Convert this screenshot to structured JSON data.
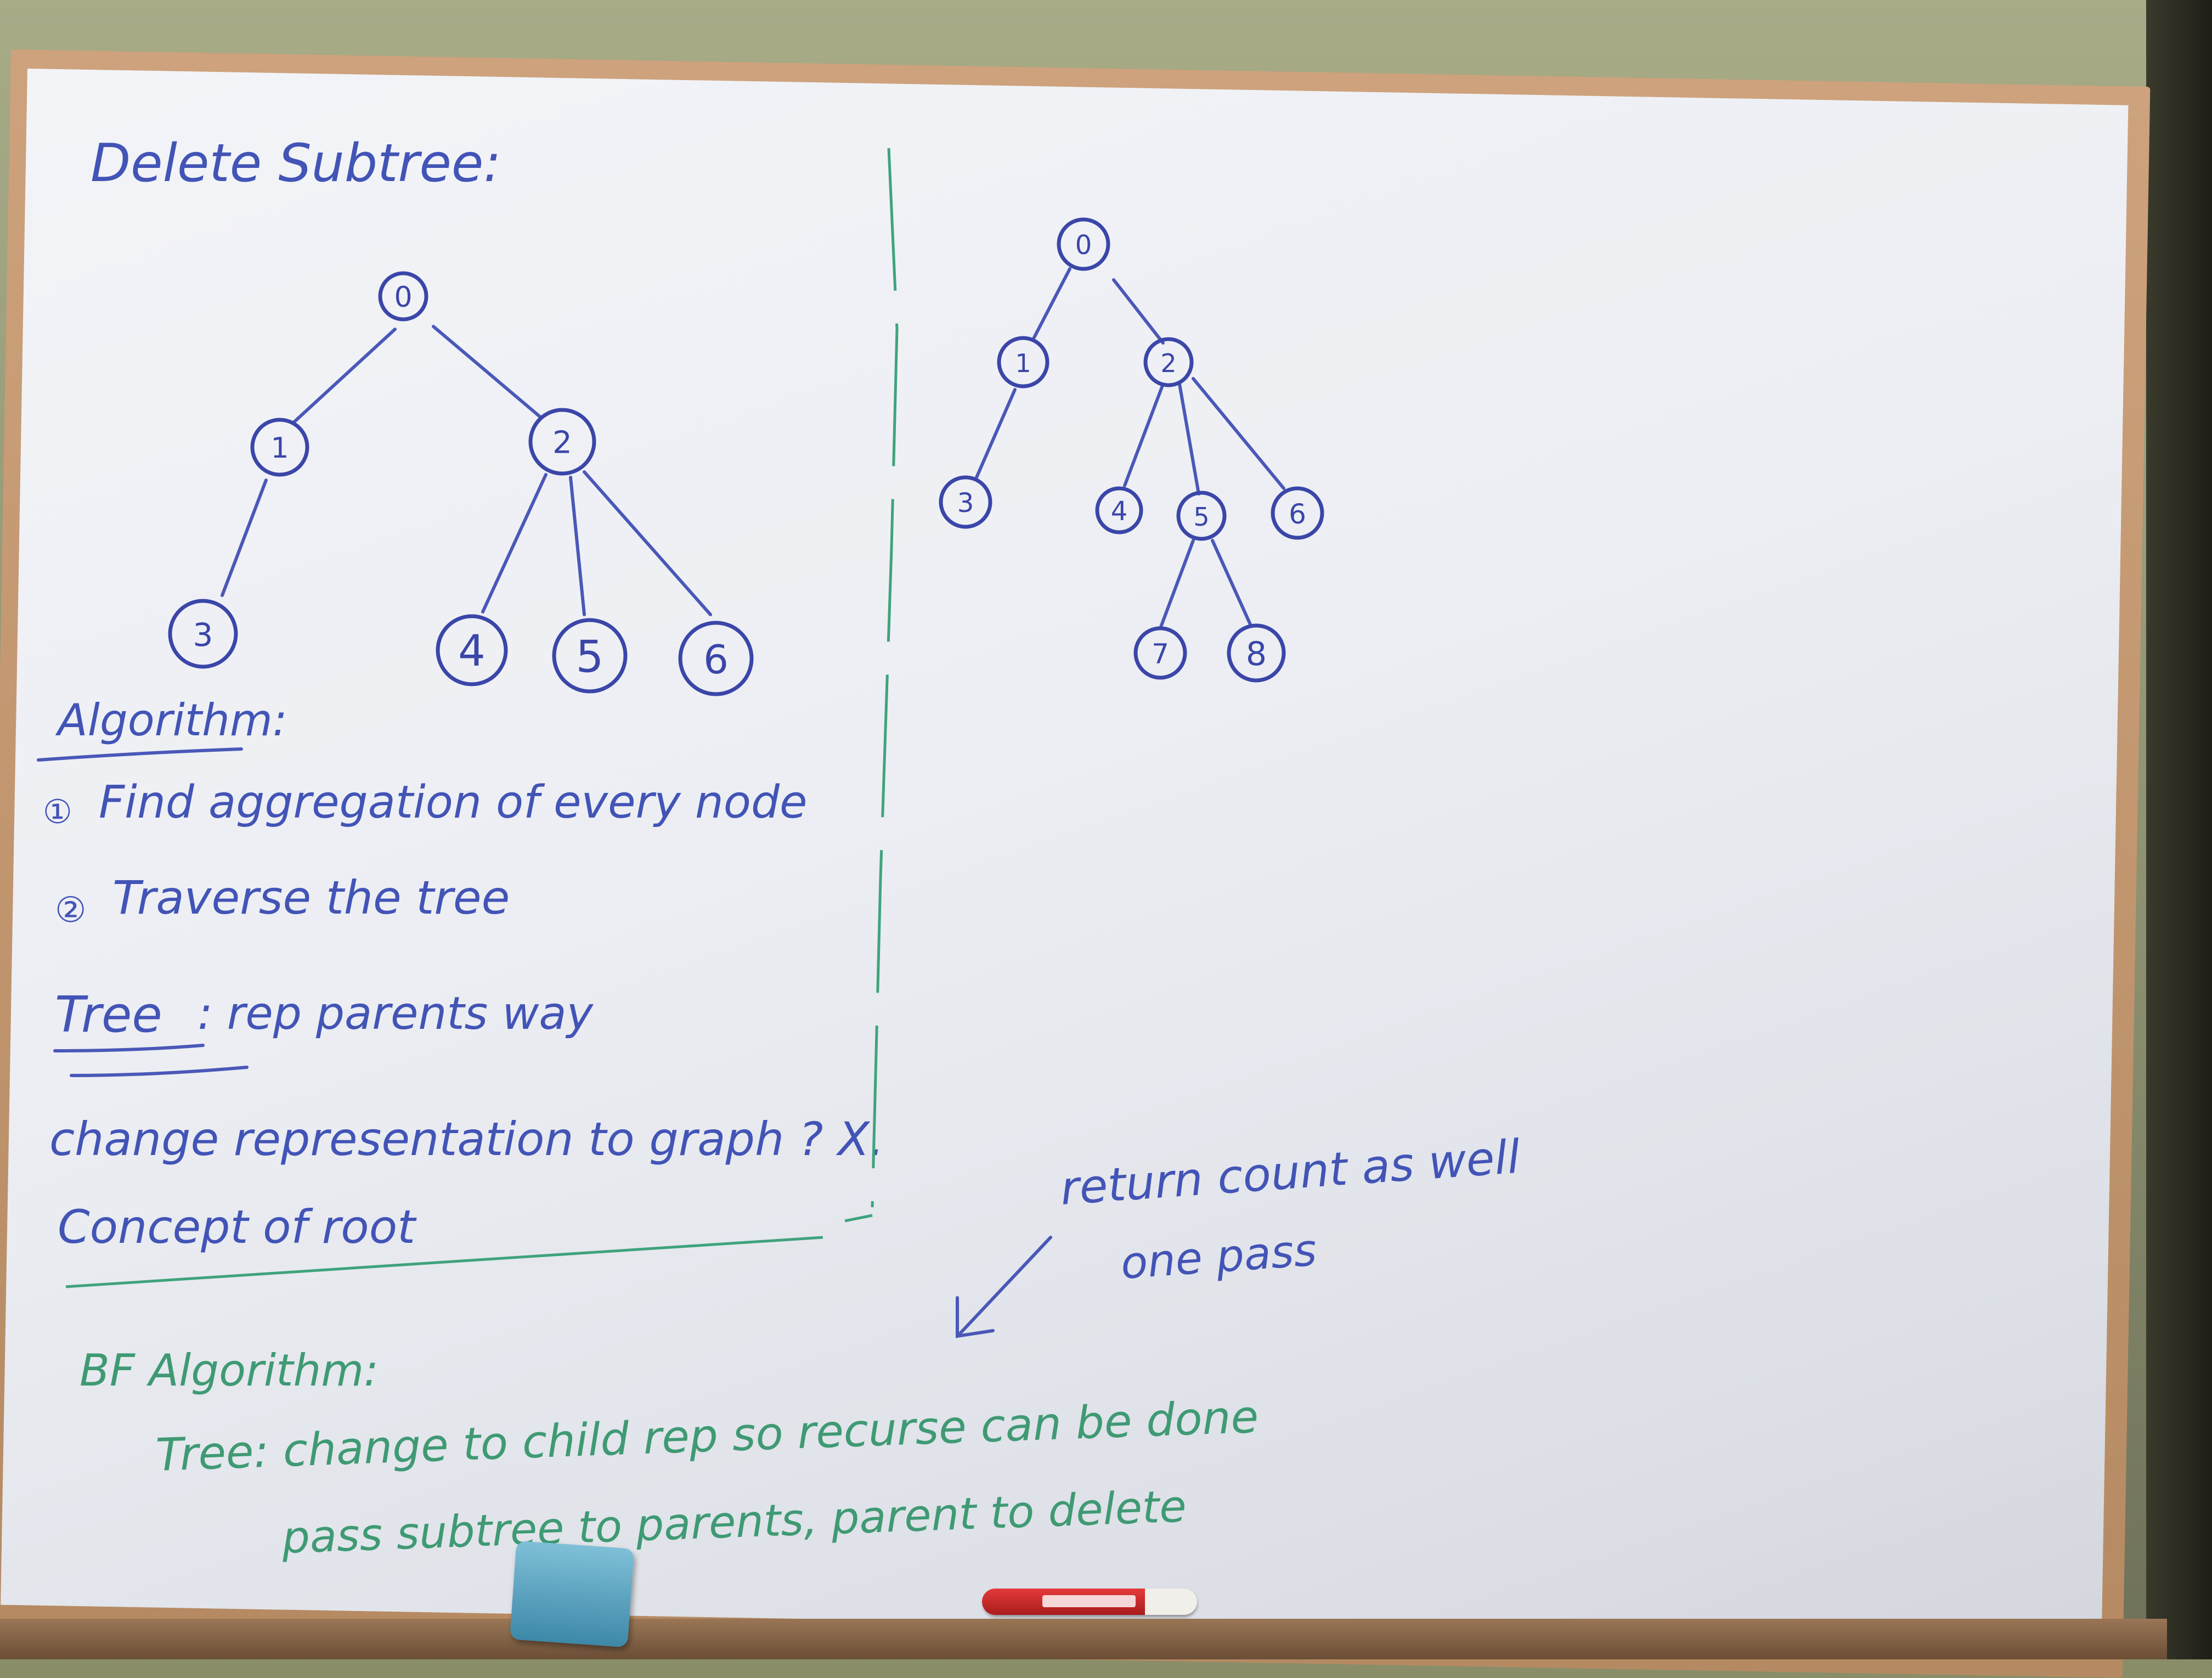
{
  "board": {
    "title": "Delete Subtree:",
    "left_tree": {
      "nodes": [
        "0",
        "1",
        "2",
        "3",
        "4",
        "5",
        "6"
      ],
      "edges": [
        [
          "0",
          "1"
        ],
        [
          "0",
          "2"
        ],
        [
          "1",
          "3"
        ],
        [
          "2",
          "4"
        ],
        [
          "2",
          "5"
        ],
        [
          "2",
          "6"
        ]
      ]
    },
    "right_tree": {
      "nodes": [
        "0",
        "1",
        "2",
        "3",
        "4",
        "5",
        "6",
        "7",
        "8"
      ],
      "edges": [
        [
          "0",
          "1"
        ],
        [
          "0",
          "2"
        ],
        [
          "1",
          "3"
        ],
        [
          "2",
          "4"
        ],
        [
          "2",
          "5"
        ],
        [
          "2",
          "6"
        ],
        [
          "5",
          "7"
        ],
        [
          "5",
          "8"
        ]
      ]
    },
    "algorithm_heading": "Algorithm:",
    "step1_marker": "①",
    "step1": "Find aggregation of every node",
    "step2_marker": "②",
    "step2": "Traverse the tree",
    "tree_label": "Tree",
    "tree_note": ": rep parents way",
    "change_note": "change representation to graph ? X.",
    "concept_note": "Concept of root",
    "right_note_1": "return count as well",
    "right_note_2": "one pass",
    "arrow_glyph": "↙",
    "bf_heading": "BF Algorithm:",
    "bf_line_1": "Tree: change to child rep so recurse can be done",
    "bf_line_2": "pass subtree to parents, parent to delete"
  },
  "colors": {
    "blue_ink": "#4254b6",
    "green_ink": "#3f9a74",
    "board": "#eceef3",
    "frame": "#c49a72"
  },
  "icons": {
    "eraser": "eraser-icon",
    "marker": "marker-icon"
  }
}
